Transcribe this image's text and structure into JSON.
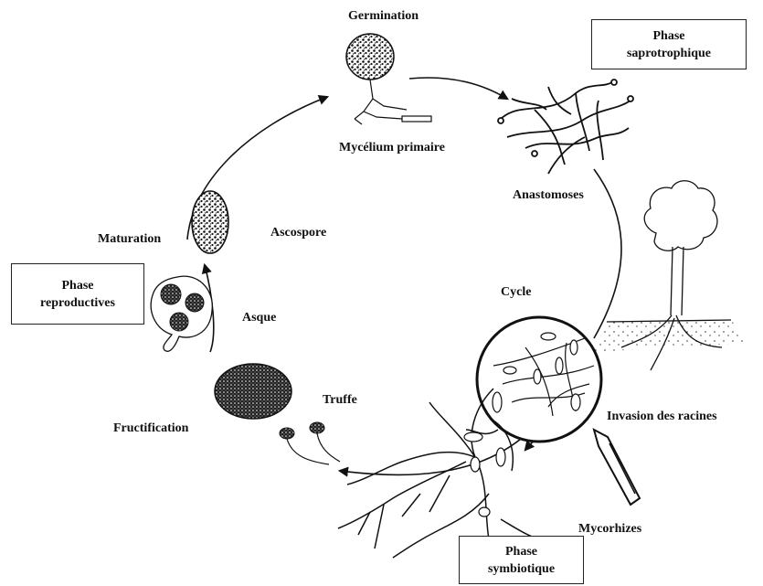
{
  "stages": {
    "germination": "Germination",
    "mycelium": "Mycélium primaire",
    "anastomoses": "Anastomoses",
    "invasion": "Invasion des racines",
    "mycorhizes": "Mycorhizes",
    "truffe": "Truffe",
    "fructification": "Fructification",
    "asque": "Asque",
    "ascospore": "Ascospore",
    "maturation": "Maturation",
    "cycle": "Cycle"
  },
  "phases": {
    "saprotrophique": [
      "Phase",
      "saprotrophique"
    ],
    "reproductives": [
      "Phase",
      "reproductives"
    ],
    "symbiotique": [
      "Phase",
      "symbiotique"
    ]
  }
}
